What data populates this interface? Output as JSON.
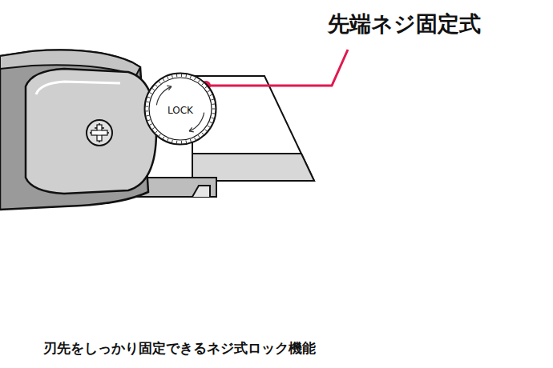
{
  "diagram": {
    "caption": "刃先をしっかり固定できるネジ式ロック機能",
    "nodes": [
      {
        "text": [
          "LOCK"
        ]
      }
    ],
    "labels": [
      "先端ネジ固定式"
    ]
  }
}
